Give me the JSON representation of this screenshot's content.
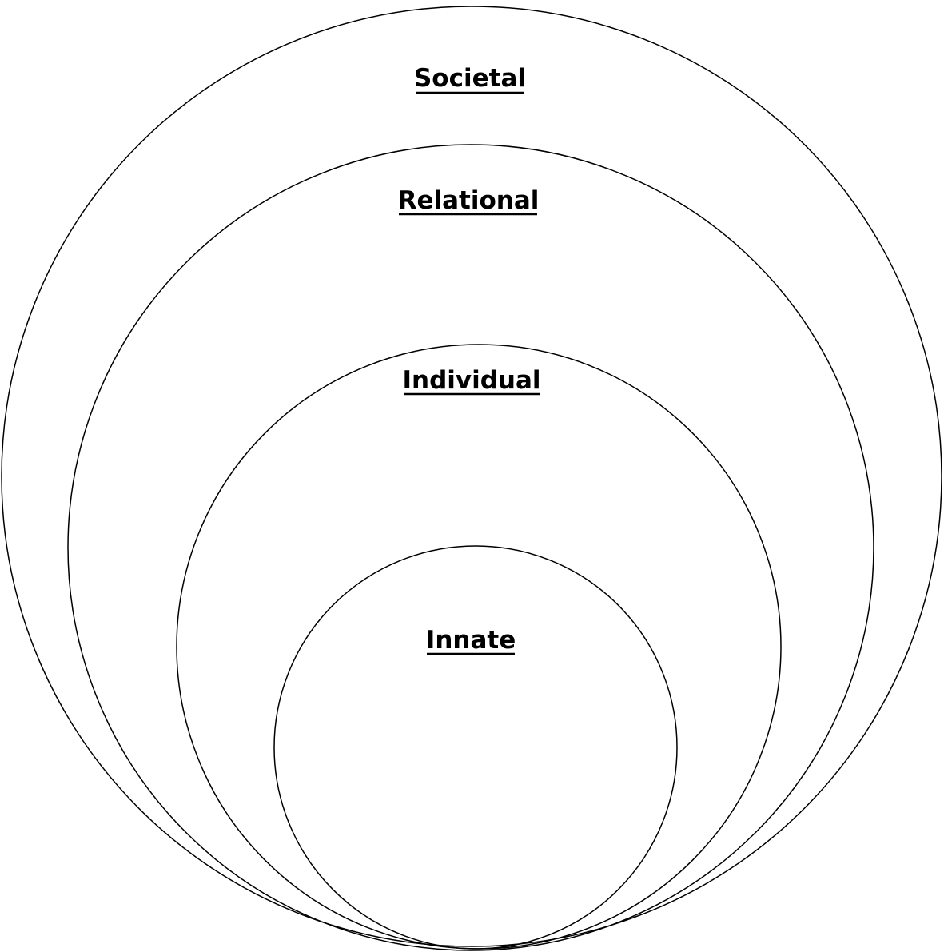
{
  "diagram": {
    "layers": [
      {
        "label": "Societal"
      },
      {
        "label": "Relational"
      },
      {
        "label": "Individual"
      },
      {
        "label": "Innate"
      }
    ],
    "colors": {
      "stroke": "#000000",
      "text": "#000000",
      "background": "#ffffff"
    }
  }
}
